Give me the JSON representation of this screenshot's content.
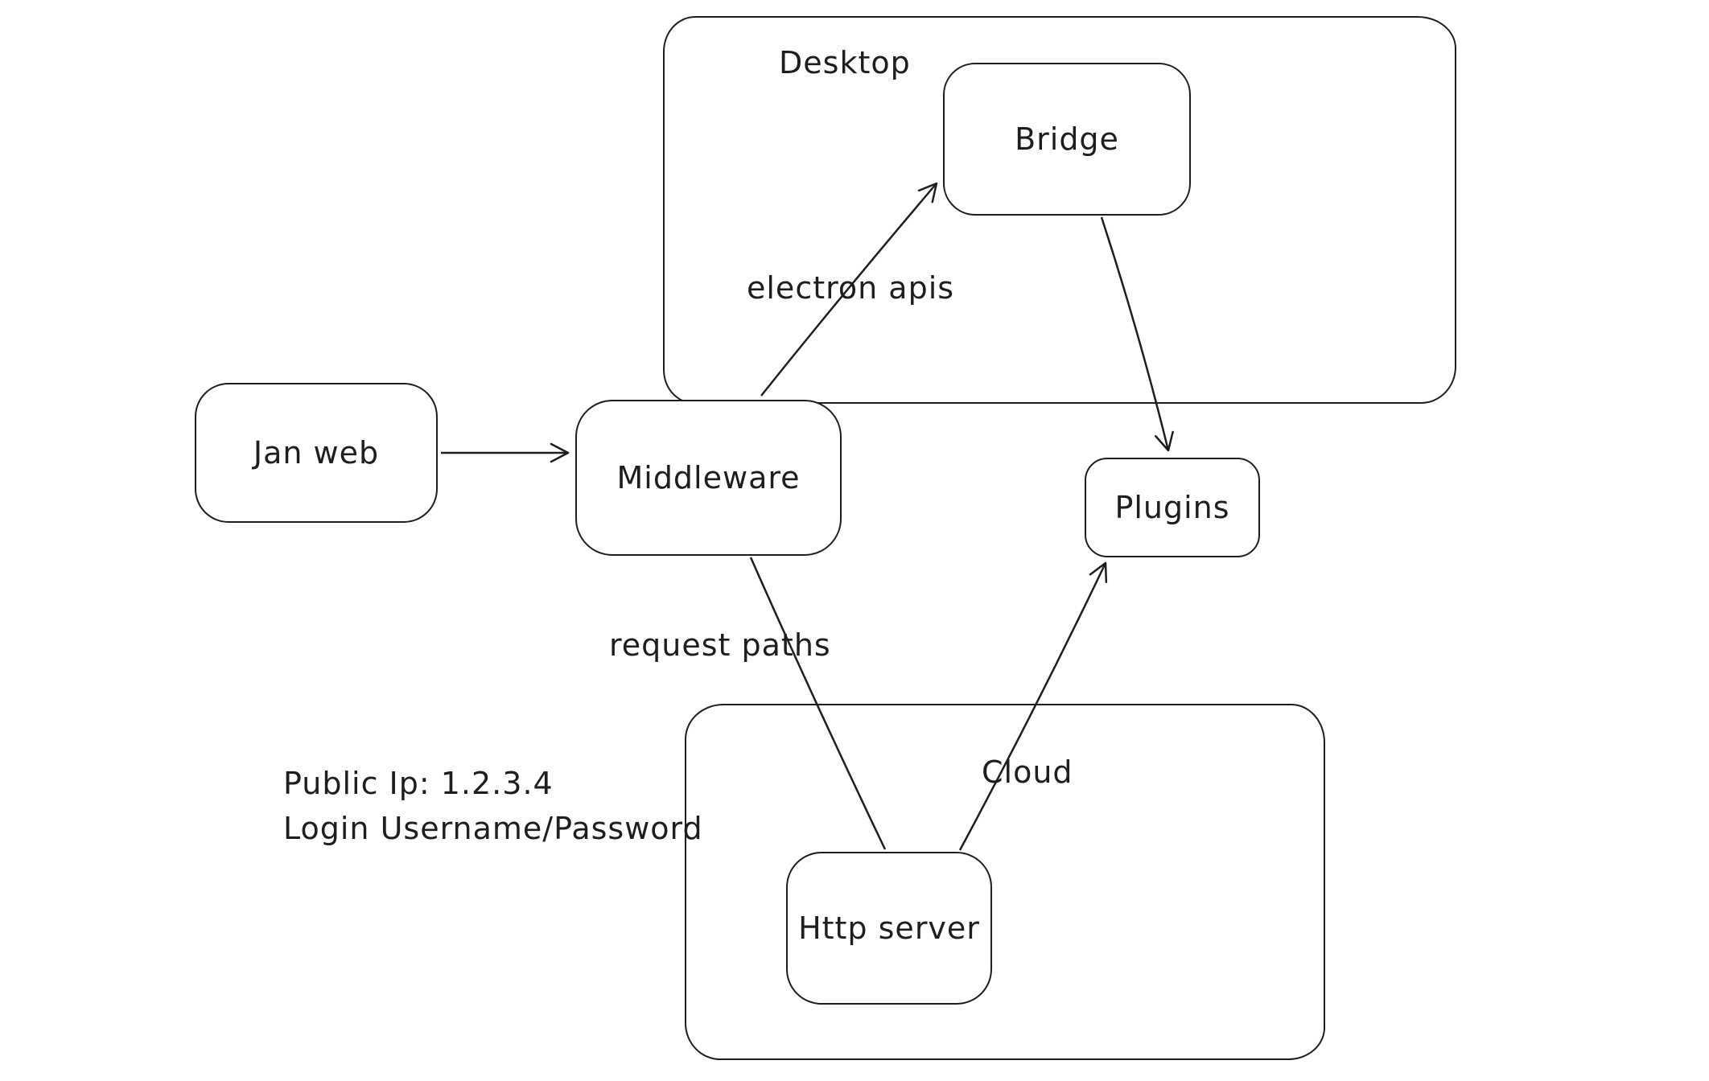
{
  "diagram": {
    "containers": {
      "desktop": {
        "label": "Desktop"
      },
      "cloud": {
        "label": "Cloud"
      }
    },
    "nodes": {
      "jan_web": {
        "label": "Jan web"
      },
      "middleware": {
        "label": "Middleware"
      },
      "bridge": {
        "label": "Bridge"
      },
      "plugins": {
        "label": "Plugins"
      },
      "http_server": {
        "label": "Http server"
      }
    },
    "edges": [
      {
        "from": "jan_web",
        "to": "middleware",
        "label": "",
        "arrowhead": true
      },
      {
        "from": "middleware",
        "to": "bridge",
        "label": "electron apis",
        "arrowhead": true
      },
      {
        "from": "bridge",
        "to": "plugins",
        "label": "",
        "arrowhead": true
      },
      {
        "from": "middleware",
        "to": "http_server",
        "label": "request paths",
        "arrowhead": false
      },
      {
        "from": "http_server",
        "to": "plugins",
        "label": "",
        "arrowhead": true
      }
    ],
    "annotations": {
      "public_ip": "Public Ip: 1.2.3.4",
      "login": "Login Username/Password"
    },
    "colors": {
      "stroke": "#1e1e1e",
      "background": "#ffffff"
    }
  }
}
